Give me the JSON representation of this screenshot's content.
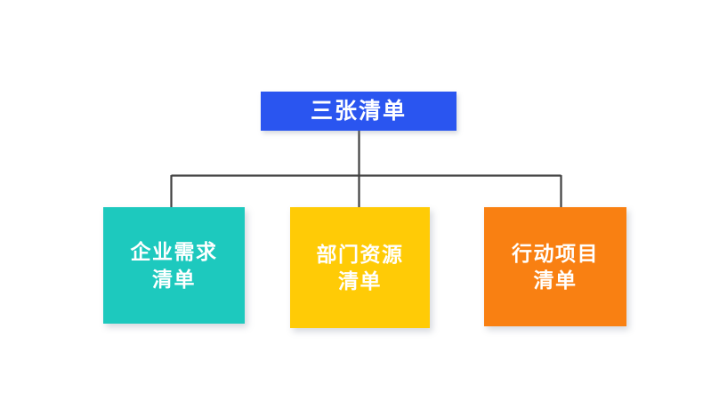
{
  "diagram": {
    "type": "organization-chart",
    "orientation": "top-down",
    "background_color": "#FFFFFF",
    "connector_color": "#404040",
    "root": {
      "label": "三张清单",
      "color": "#2A55F0",
      "text_color": "#FFFFFF"
    },
    "children": [
      {
        "label": "企业需求\n清单",
        "color": "#1DC9BE",
        "text_color": "#FFFFFF"
      },
      {
        "label": "部门资源\n清单",
        "color": "#FFCB06",
        "text_color": "#FFFFFF"
      },
      {
        "label": "行动项目\n清单",
        "color": "#F98012",
        "text_color": "#FFFFFF"
      }
    ]
  }
}
